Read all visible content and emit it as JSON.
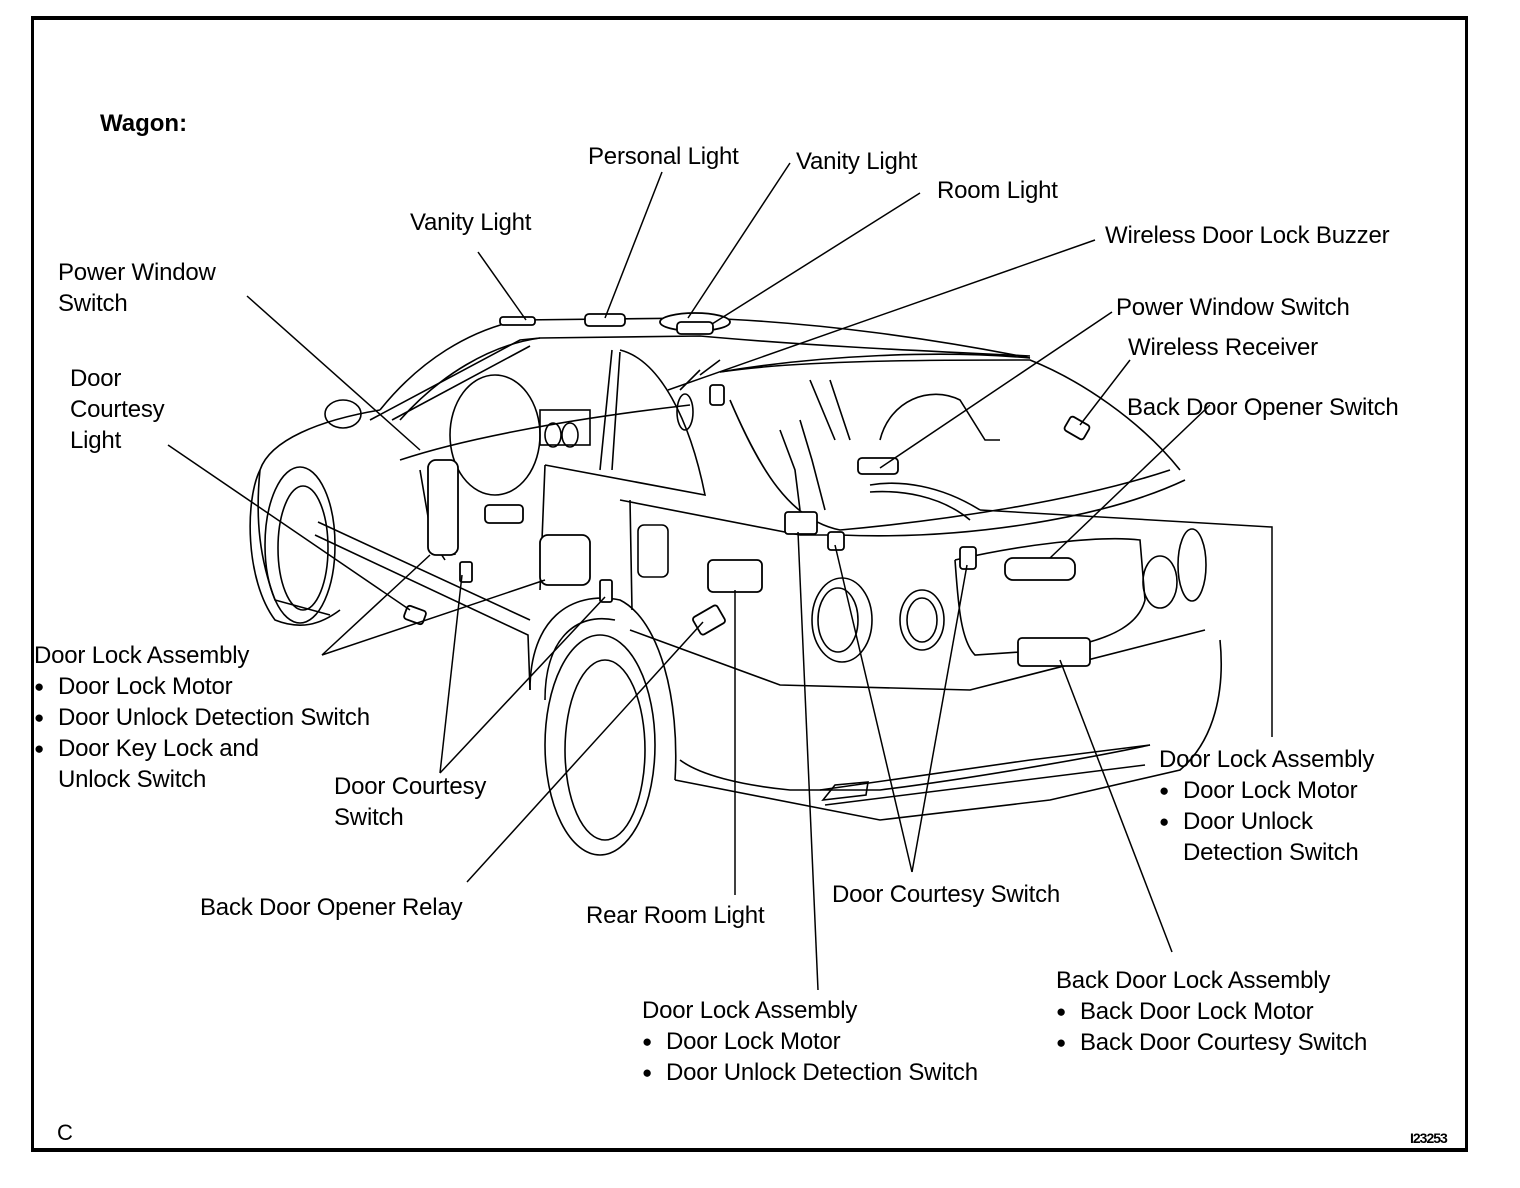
{
  "diagram": {
    "title": "Wagon:",
    "corner_mark": "C",
    "figure_id": "I23253",
    "labels": {
      "personal_light": "Personal Light",
      "vanity_light_right": "Vanity Light",
      "room_light": "Room Light",
      "vanity_light_left": "Vanity Light",
      "wireless_door_lock_buzzer": "Wireless Door Lock Buzzer",
      "power_window_switch_left": [
        "Power Window",
        "Switch"
      ],
      "power_window_switch_right": "Power Window Switch",
      "wireless_receiver": "Wireless Receiver",
      "back_door_opener_switch": "Back Door Opener Switch",
      "door_courtesy_light": [
        "Door",
        "Courtesy",
        "Light"
      ],
      "front_door_lock_assembly": {
        "heading": "Door Lock Assembly",
        "items": [
          "Door Lock Motor",
          "Door Unlock Detection Switch",
          "Door Key Lock and"
        ],
        "continuation": "Unlock Switch"
      },
      "door_courtesy_switch_left": [
        "Door Courtesy",
        "Switch"
      ],
      "back_door_opener_relay": "Back Door Opener Relay",
      "rear_room_light": "Rear Room Light",
      "door_courtesy_switch_bottom": "Door Courtesy Switch",
      "rear_right_door_lock_assembly": {
        "heading": "Door Lock Assembly",
        "items": [
          "Door Lock Motor",
          "Door Unlock"
        ],
        "continuation": "Detection Switch"
      },
      "rear_left_door_lock_assembly": {
        "heading": "Door Lock Assembly",
        "items": [
          "Door Lock Motor",
          "Door Unlock Detection Switch"
        ]
      },
      "back_door_lock_assembly": {
        "heading": "Back Door Lock Assembly",
        "items": [
          "Back Door Lock Motor",
          "Back Door Courtesy Switch"
        ]
      }
    }
  }
}
